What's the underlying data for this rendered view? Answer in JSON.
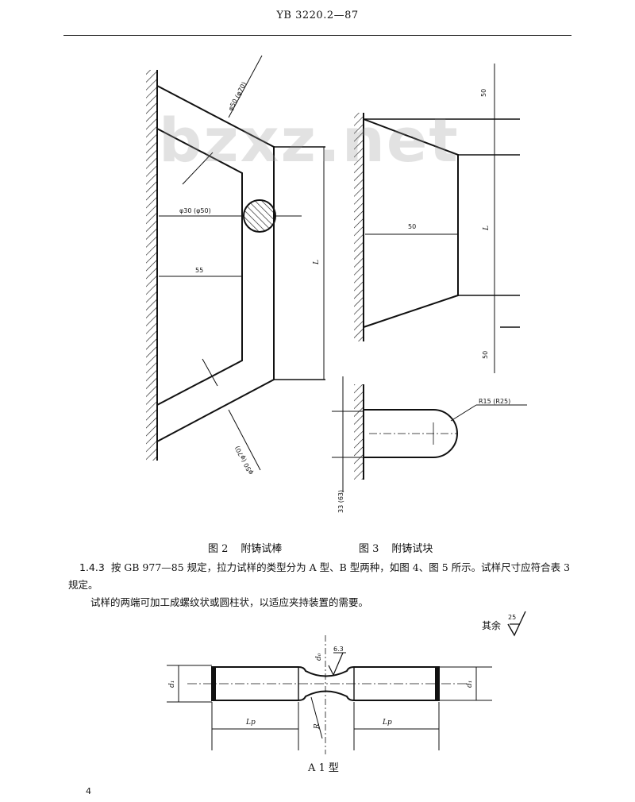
{
  "header": {
    "standard_code": "YB 3220.2—87"
  },
  "watermark": "bzxz.net",
  "figure2": {
    "caption_number": "图 2",
    "caption_text": "附铸试棒",
    "dims": {
      "top_diameter": "φ50 (φ70)",
      "mid_diameter": "φ30 (φ50)",
      "width": "55",
      "length": "L",
      "bottom_diameter": "φ50 (φ70)"
    }
  },
  "figure3": {
    "caption_number": "图 3",
    "caption_text": "附铸试块",
    "dims": {
      "top_height": "50",
      "width": "50",
      "length": "L",
      "bottom_height": "50",
      "radius": "R15 (R25)",
      "thickness": "33 (63)"
    }
  },
  "section_number": "1.4.3",
  "paragraph1": "按 GB 977—85 规定，拉力试样的类型分为 A 型、B 型两种，如图 4、图 5 所示。试样尺寸应符合表 3 规定。",
  "paragraph2": "试样的两端可加工成螺纹状或圆柱状，以适应夹持装置的需要。",
  "roughness_note": {
    "text": "其余",
    "value": "25"
  },
  "figure4": {
    "label": "A 1 型",
    "dims": {
      "d0": "d₀",
      "d1_left": "d₁",
      "d1_right": "d₁",
      "lp_left": "Lp",
      "lp_right": "Lp",
      "radius": "R",
      "roughness": "6.3"
    }
  },
  "page_number": "4"
}
